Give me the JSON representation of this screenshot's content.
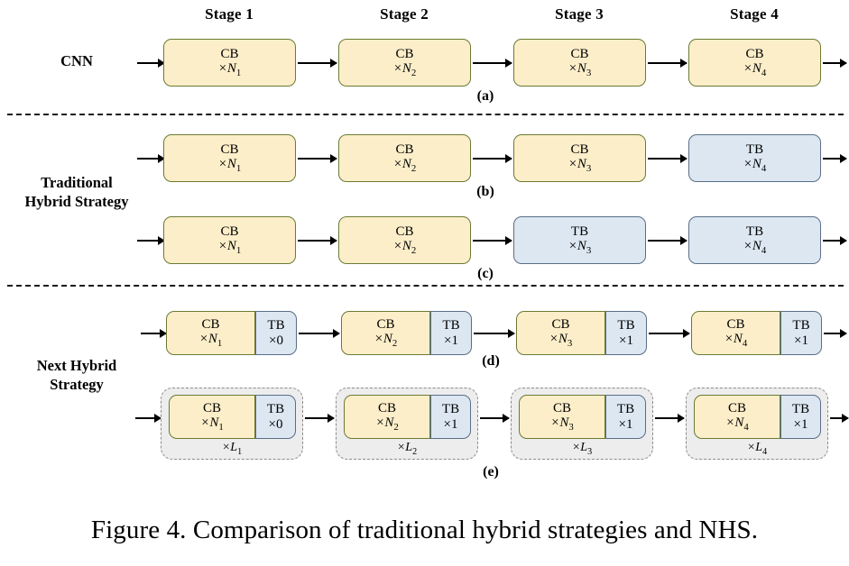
{
  "figure": {
    "caption": "Figure 4. Comparison of traditional hybrid strategies and NHS.",
    "colors": {
      "cb_fill": "#fceec9",
      "cb_border": "#6b7a33",
      "tb_fill": "#dce7f2",
      "tb_border": "#5a6e86",
      "loop_fill": "#ededee",
      "loop_border": "#8c8c8c",
      "arrow": "#000000"
    }
  },
  "stage_headers": [
    {
      "label": "Stage 1"
    },
    {
      "label": "Stage 2"
    },
    {
      "label": "Stage 3"
    },
    {
      "label": "Stage 4"
    }
  ],
  "group_labels": [
    {
      "id": "cnn",
      "line1": "CNN",
      "line2": ""
    },
    {
      "id": "traditional",
      "line1": "Traditional",
      "line2": "Hybrid Strategy"
    },
    {
      "id": "next",
      "line1": "Next Hybrid",
      "line2": "Strategy"
    }
  ],
  "rows": [
    {
      "tag": "(a)",
      "blocks": [
        {
          "type": "CB",
          "name": "CB",
          "count": "×N",
          "sub": "1"
        },
        {
          "type": "CB",
          "name": "CB",
          "count": "×N",
          "sub": "2"
        },
        {
          "type": "CB",
          "name": "CB",
          "count": "×N",
          "sub": "3"
        },
        {
          "type": "CB",
          "name": "CB",
          "count": "×N",
          "sub": "4"
        }
      ]
    },
    {
      "tag": "(b)",
      "blocks": [
        {
          "type": "CB",
          "name": "CB",
          "count": "×N",
          "sub": "1"
        },
        {
          "type": "CB",
          "name": "CB",
          "count": "×N",
          "sub": "2"
        },
        {
          "type": "CB",
          "name": "CB",
          "count": "×N",
          "sub": "3"
        },
        {
          "type": "TB",
          "name": "TB",
          "count": "×N",
          "sub": "4"
        }
      ]
    },
    {
      "tag": "(c)",
      "blocks": [
        {
          "type": "CB",
          "name": "CB",
          "count": "×N",
          "sub": "1"
        },
        {
          "type": "CB",
          "name": "CB",
          "count": "×N",
          "sub": "2"
        },
        {
          "type": "TB",
          "name": "TB",
          "count": "×N",
          "sub": "3"
        },
        {
          "type": "TB",
          "name": "TB",
          "count": "×N",
          "sub": "4"
        }
      ]
    },
    {
      "tag": "(d)",
      "pairs": [
        {
          "cb": {
            "name": "CB",
            "count": "×N",
            "sub": "1"
          },
          "tb": {
            "name": "TB",
            "count": "×0",
            "sub": ""
          }
        },
        {
          "cb": {
            "name": "CB",
            "count": "×N",
            "sub": "2"
          },
          "tb": {
            "name": "TB",
            "count": "×1",
            "sub": ""
          }
        },
        {
          "cb": {
            "name": "CB",
            "count": "×N",
            "sub": "3"
          },
          "tb": {
            "name": "TB",
            "count": "×1",
            "sub": ""
          }
        },
        {
          "cb": {
            "name": "CB",
            "count": "×N",
            "sub": "4"
          },
          "tb": {
            "name": "TB",
            "count": "×1",
            "sub": ""
          }
        }
      ]
    },
    {
      "tag": "(e)",
      "pairs": [
        {
          "cb": {
            "name": "CB",
            "count": "×N",
            "sub": "1"
          },
          "tb": {
            "name": "TB",
            "count": "×0",
            "sub": ""
          },
          "loop": {
            "count": "×L",
            "sub": "1"
          }
        },
        {
          "cb": {
            "name": "CB",
            "count": "×N",
            "sub": "2"
          },
          "tb": {
            "name": "TB",
            "count": "×1",
            "sub": ""
          },
          "loop": {
            "count": "×L",
            "sub": "2"
          }
        },
        {
          "cb": {
            "name": "CB",
            "count": "×N",
            "sub": "3"
          },
          "tb": {
            "name": "TB",
            "count": "×1",
            "sub": ""
          },
          "loop": {
            "count": "×L",
            "sub": "3"
          }
        },
        {
          "cb": {
            "name": "CB",
            "count": "×N",
            "sub": "4"
          },
          "tb": {
            "name": "TB",
            "count": "×1",
            "sub": ""
          },
          "loop": {
            "count": "×L",
            "sub": "4"
          }
        }
      ]
    }
  ]
}
